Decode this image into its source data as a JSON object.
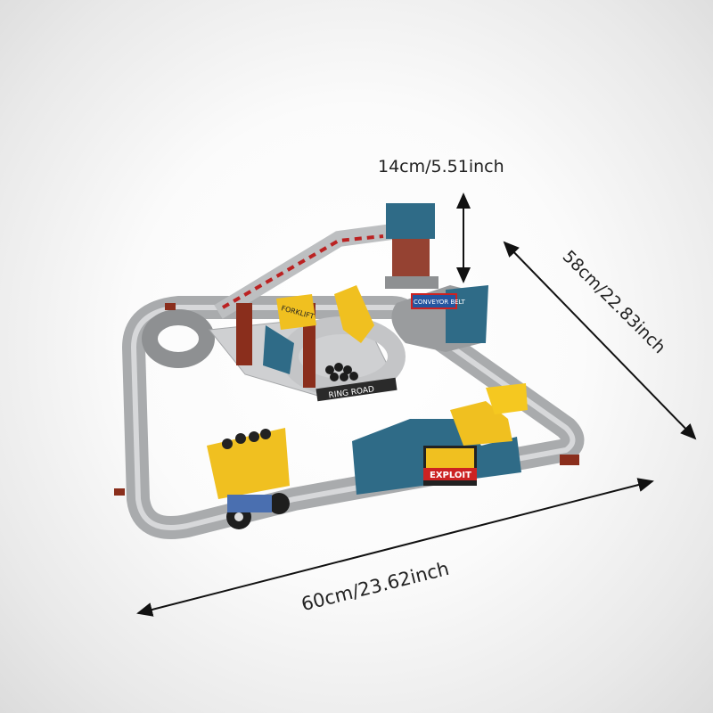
{
  "dimensions": {
    "height": "14cm/5.51inch",
    "depth": "58cm/22.83inch",
    "width": "60cm/23.62inch"
  },
  "toy_labels": {
    "forklift": "FORKLIFT",
    "conveyor": "CONVEYOR BELT",
    "ring_road": "RING ROAD",
    "exploit": "EXPLOIT"
  },
  "colors": {
    "track": "#a9abad",
    "blue": "#2f6b87",
    "yellow": "#f0c020",
    "brown": "#8a2e1c"
  }
}
